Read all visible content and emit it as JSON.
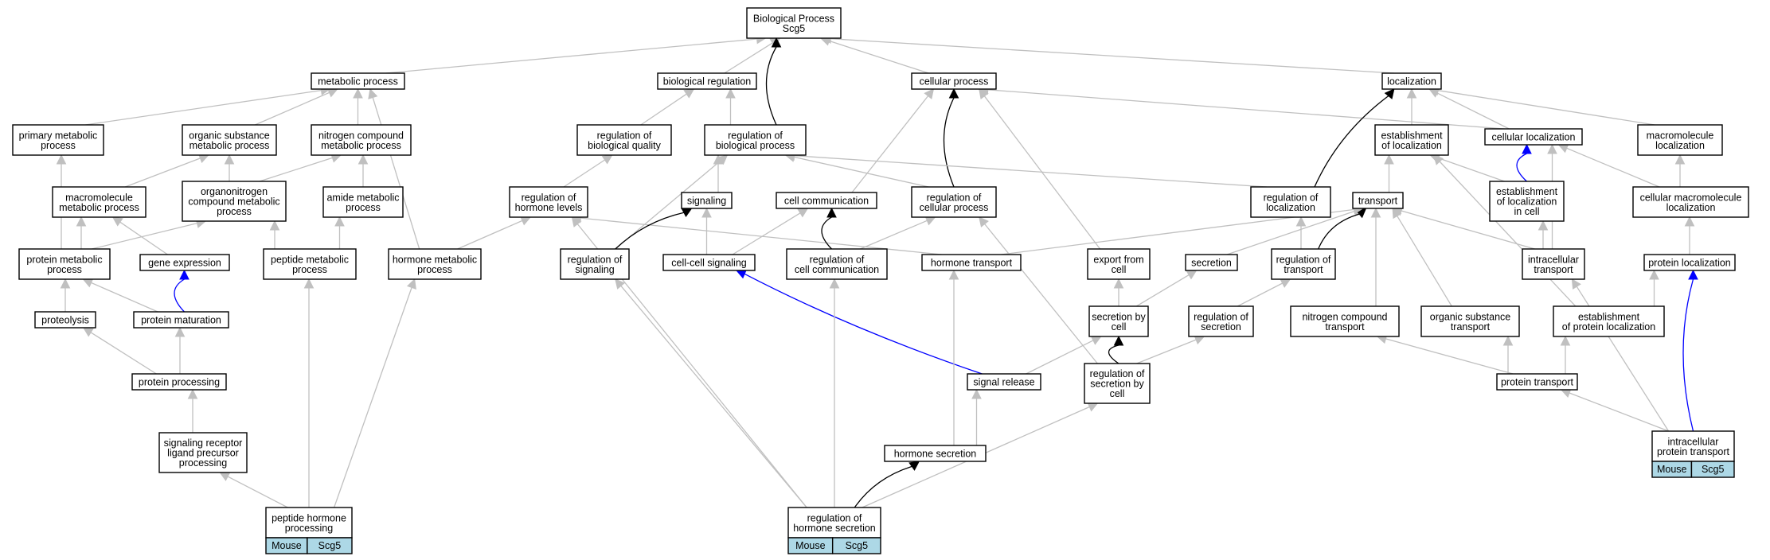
{
  "graph": {
    "colors": {
      "edge_default": "#c0c0c0",
      "edge_bold": "#000000",
      "edge_highlight": "#0000ff",
      "annotation_fill": "#add8e6"
    },
    "nodes": [
      {
        "id": "bp",
        "lines": [
          "Biological Process",
          "Scg5"
        ]
      },
      {
        "id": "metabolic",
        "lines": [
          "metabolic process"
        ]
      },
      {
        "id": "bioreg",
        "lines": [
          "biological regulation"
        ]
      },
      {
        "id": "cellular",
        "lines": [
          "cellular process"
        ]
      },
      {
        "id": "localization",
        "lines": [
          "localization"
        ]
      },
      {
        "id": "primary",
        "lines": [
          "primary metabolic",
          "process"
        ]
      },
      {
        "id": "orgsub",
        "lines": [
          "organic substance",
          "metabolic process"
        ]
      },
      {
        "id": "nitrogen",
        "lines": [
          "nitrogen compound",
          "metabolic process"
        ]
      },
      {
        "id": "regbq",
        "lines": [
          "regulation of",
          "biological quality"
        ]
      },
      {
        "id": "regbp",
        "lines": [
          "regulation of",
          "biological process"
        ]
      },
      {
        "id": "estloc",
        "lines": [
          "establishment",
          "of localization"
        ]
      },
      {
        "id": "cellloc",
        "lines": [
          "cellular localization"
        ]
      },
      {
        "id": "macroloc",
        "lines": [
          "macromolecule",
          "localization"
        ]
      },
      {
        "id": "macromet",
        "lines": [
          "macromolecule",
          "metabolic process"
        ]
      },
      {
        "id": "orgnit",
        "lines": [
          "organonitrogen",
          "compound metabolic",
          "process"
        ]
      },
      {
        "id": "amide",
        "lines": [
          "amide metabolic",
          "process"
        ]
      },
      {
        "id": "reghl",
        "lines": [
          "regulation of",
          "hormone levels"
        ]
      },
      {
        "id": "signaling",
        "lines": [
          "signaling"
        ]
      },
      {
        "id": "cellcomm",
        "lines": [
          "cell communication"
        ]
      },
      {
        "id": "regcp",
        "lines": [
          "regulation of",
          "cellular process"
        ]
      },
      {
        "id": "regloc",
        "lines": [
          "regulation of",
          "localization"
        ]
      },
      {
        "id": "transport",
        "lines": [
          "transport"
        ]
      },
      {
        "id": "estlocincell",
        "lines": [
          "establishment",
          "of localization",
          "in cell"
        ]
      },
      {
        "id": "cellmacroloc",
        "lines": [
          "cellular macromolecule",
          "localization"
        ]
      },
      {
        "id": "protmet",
        "lines": [
          "protein metabolic",
          "process"
        ]
      },
      {
        "id": "geneexp",
        "lines": [
          "gene expression"
        ]
      },
      {
        "id": "peptidemet",
        "lines": [
          "peptide metabolic",
          "process"
        ]
      },
      {
        "id": "hormonemet",
        "lines": [
          "hormone metabolic",
          "process"
        ]
      },
      {
        "id": "regsig",
        "lines": [
          "regulation of",
          "signaling"
        ]
      },
      {
        "id": "cellcellsig",
        "lines": [
          "cell-cell signaling"
        ]
      },
      {
        "id": "regcellcomm",
        "lines": [
          "regulation of",
          "cell communication"
        ]
      },
      {
        "id": "hormtrans",
        "lines": [
          "hormone transport"
        ]
      },
      {
        "id": "export",
        "lines": [
          "export from",
          "cell"
        ]
      },
      {
        "id": "secretion",
        "lines": [
          "secretion"
        ]
      },
      {
        "id": "regtrans",
        "lines": [
          "regulation of",
          "transport"
        ]
      },
      {
        "id": "intratrans",
        "lines": [
          "intracellular",
          "transport"
        ]
      },
      {
        "id": "protloc",
        "lines": [
          "protein localization"
        ]
      },
      {
        "id": "proteolysis",
        "lines": [
          "proteolysis"
        ]
      },
      {
        "id": "protmat",
        "lines": [
          "protein maturation"
        ]
      },
      {
        "id": "secbycell",
        "lines": [
          "secretion by",
          "cell"
        ]
      },
      {
        "id": "regsec",
        "lines": [
          "regulation of",
          "secretion"
        ]
      },
      {
        "id": "nitrotrans",
        "lines": [
          "nitrogen compound",
          "transport"
        ]
      },
      {
        "id": "orgsubtrans",
        "lines": [
          "organic substance",
          "transport"
        ]
      },
      {
        "id": "estprotloc",
        "lines": [
          "establishment",
          "of protein localization"
        ]
      },
      {
        "id": "protproc",
        "lines": [
          "protein processing"
        ]
      },
      {
        "id": "sigrelease",
        "lines": [
          "signal release"
        ]
      },
      {
        "id": "regsecbycell",
        "lines": [
          "regulation of",
          "secretion by",
          "cell"
        ]
      },
      {
        "id": "prottrans",
        "lines": [
          "protein transport"
        ]
      },
      {
        "id": "sigrec",
        "lines": [
          "signaling receptor",
          "ligand precursor",
          "processing"
        ]
      },
      {
        "id": "hormsec",
        "lines": [
          "hormone secretion"
        ]
      },
      {
        "id": "intraprottrans",
        "lines": [
          "intracellular",
          "protein transport"
        ],
        "tag": [
          "Mouse",
          "Scg5"
        ]
      },
      {
        "id": "pephormproc",
        "lines": [
          "peptide hormone",
          "processing"
        ],
        "tag": [
          "Mouse",
          "Scg5"
        ]
      },
      {
        "id": "reghormsec",
        "lines": [
          "regulation of",
          "hormone secretion"
        ],
        "tag": [
          "Mouse",
          "Scg5"
        ]
      }
    ],
    "edges": [
      {
        "from": "metabolic",
        "to": "bp",
        "style": "default"
      },
      {
        "from": "bioreg",
        "to": "bp",
        "style": "default"
      },
      {
        "from": "cellular",
        "to": "bp",
        "style": "default"
      },
      {
        "from": "localization",
        "to": "bp",
        "style": "default"
      },
      {
        "from": "regbp",
        "to": "bp",
        "style": "bold"
      },
      {
        "from": "primary",
        "to": "metabolic",
        "style": "default"
      },
      {
        "from": "orgsub",
        "to": "metabolic",
        "style": "default"
      },
      {
        "from": "nitrogen",
        "to": "metabolic",
        "style": "default"
      },
      {
        "from": "hormonemet",
        "to": "metabolic",
        "style": "default"
      },
      {
        "from": "regbq",
        "to": "bioreg",
        "style": "default"
      },
      {
        "from": "regbp",
        "to": "bioreg",
        "style": "default"
      },
      {
        "from": "regcp",
        "to": "cellular",
        "style": "bold"
      },
      {
        "from": "cellcomm",
        "to": "cellular",
        "style": "default"
      },
      {
        "from": "export",
        "to": "cellular",
        "style": "default"
      },
      {
        "from": "cellloc",
        "to": "cellular",
        "style": "default"
      },
      {
        "from": "estloc",
        "to": "localization",
        "style": "default"
      },
      {
        "from": "cellloc",
        "to": "localization",
        "style": "default"
      },
      {
        "from": "macroloc",
        "to": "localization",
        "style": "default"
      },
      {
        "from": "regloc",
        "to": "localization",
        "style": "bold"
      },
      {
        "from": "macromet",
        "to": "orgsub",
        "style": "default"
      },
      {
        "from": "orgnit",
        "to": "orgsub",
        "style": "default"
      },
      {
        "from": "orgnit",
        "to": "nitrogen",
        "style": "default"
      },
      {
        "from": "amide",
        "to": "nitrogen",
        "style": "default"
      },
      {
        "from": "reghl",
        "to": "regbq",
        "style": "default"
      },
      {
        "from": "regcp",
        "to": "regbp",
        "style": "default"
      },
      {
        "from": "regsig",
        "to": "regbp",
        "style": "default"
      },
      {
        "from": "regloc",
        "to": "regbp",
        "style": "default"
      },
      {
        "from": "signaling",
        "to": "regbp",
        "style": "default"
      },
      {
        "from": "transport",
        "to": "estloc",
        "style": "default"
      },
      {
        "from": "estlocincell",
        "to": "estloc",
        "style": "default"
      },
      {
        "from": "estprotloc",
        "to": "estloc",
        "style": "default"
      },
      {
        "from": "estlocincell",
        "to": "cellloc",
        "style": "highlight"
      },
      {
        "from": "cellmacroloc",
        "to": "cellloc",
        "style": "default"
      },
      {
        "from": "intratrans",
        "to": "cellloc",
        "style": "default"
      },
      {
        "from": "cellmacroloc",
        "to": "macroloc",
        "style": "default"
      },
      {
        "from": "protmet",
        "to": "macromet",
        "style": "default"
      },
      {
        "from": "protmet",
        "to": "primary",
        "style": "default"
      },
      {
        "from": "protmet",
        "to": "orgnit",
        "style": "default"
      },
      {
        "from": "geneexp",
        "to": "macromet",
        "style": "default"
      },
      {
        "from": "peptidemet",
        "to": "orgnit",
        "style": "default"
      },
      {
        "from": "peptidemet",
        "to": "amide",
        "style": "default"
      },
      {
        "from": "hormonemet",
        "to": "reghl",
        "style": "default"
      },
      {
        "from": "hormtrans",
        "to": "reghl",
        "style": "default"
      },
      {
        "from": "reghormsec",
        "to": "reghl",
        "style": "default"
      },
      {
        "from": "regsig",
        "to": "signaling",
        "style": "bold"
      },
      {
        "from": "cellcellsig",
        "to": "signaling",
        "style": "default"
      },
      {
        "from": "regcellcomm",
        "to": "cellcomm",
        "style": "bold"
      },
      {
        "from": "cellcellsig",
        "to": "cellcomm",
        "style": "default"
      },
      {
        "from": "regcellcomm",
        "to": "regcp",
        "style": "default"
      },
      {
        "from": "regsecbycell",
        "to": "regcp",
        "style": "default"
      },
      {
        "from": "regtrans",
        "to": "regloc",
        "style": "default"
      },
      {
        "from": "secretion",
        "to": "transport",
        "style": "default"
      },
      {
        "from": "regtrans",
        "to": "transport",
        "style": "bold"
      },
      {
        "from": "hormtrans",
        "to": "transport",
        "style": "default"
      },
      {
        "from": "nitrotrans",
        "to": "transport",
        "style": "default"
      },
      {
        "from": "orgsubtrans",
        "to": "transport",
        "style": "default"
      },
      {
        "from": "intratrans",
        "to": "transport",
        "style": "default"
      },
      {
        "from": "intratrans",
        "to": "estlocincell",
        "style": "default"
      },
      {
        "from": "protloc",
        "to": "cellmacroloc",
        "style": "default"
      },
      {
        "from": "proteolysis",
        "to": "protmet",
        "style": "default"
      },
      {
        "from": "protmat",
        "to": "protmet",
        "style": "default"
      },
      {
        "from": "protmat",
        "to": "geneexp",
        "style": "highlight"
      },
      {
        "from": "pephormproc",
        "to": "peptidemet",
        "style": "default"
      },
      {
        "from": "pephormproc",
        "to": "hormonemet",
        "style": "default"
      },
      {
        "from": "reghormsec",
        "to": "regsig",
        "style": "default"
      },
      {
        "from": "sigrelease",
        "to": "cellcellsig",
        "style": "highlight"
      },
      {
        "from": "reghormsec",
        "to": "regcellcomm",
        "style": "default"
      },
      {
        "from": "hormsec",
        "to": "hormtrans",
        "style": "default"
      },
      {
        "from": "secbycell",
        "to": "export",
        "style": "default"
      },
      {
        "from": "secbycell",
        "to": "secretion",
        "style": "default"
      },
      {
        "from": "regsec",
        "to": "regtrans",
        "style": "default"
      },
      {
        "from": "estprotloc",
        "to": "protloc",
        "style": "default"
      },
      {
        "from": "intraprottrans",
        "to": "protloc",
        "style": "highlight"
      },
      {
        "from": "intraprottrans",
        "to": "intratrans",
        "style": "default"
      },
      {
        "from": "regsecbycell",
        "to": "secbycell",
        "style": "bold"
      },
      {
        "from": "sigrelease",
        "to": "secbycell",
        "style": "default"
      },
      {
        "from": "regsecbycell",
        "to": "regsec",
        "style": "default"
      },
      {
        "from": "prottrans",
        "to": "nitrotrans",
        "style": "default"
      },
      {
        "from": "prottrans",
        "to": "orgsubtrans",
        "style": "default"
      },
      {
        "from": "prottrans",
        "to": "estprotloc",
        "style": "default"
      },
      {
        "from": "protproc",
        "to": "proteolysis",
        "style": "default"
      },
      {
        "from": "protproc",
        "to": "protmat",
        "style": "default"
      },
      {
        "from": "hormsec",
        "to": "sigrelease",
        "style": "default"
      },
      {
        "from": "reghormsec",
        "to": "regsecbycell",
        "style": "default"
      },
      {
        "from": "intraprottrans",
        "to": "prottrans",
        "style": "default"
      },
      {
        "from": "sigrec",
        "to": "protproc",
        "style": "default"
      },
      {
        "from": "reghormsec",
        "to": "hormsec",
        "style": "bold"
      },
      {
        "from": "pephormproc",
        "to": "sigrec",
        "style": "default"
      }
    ]
  }
}
